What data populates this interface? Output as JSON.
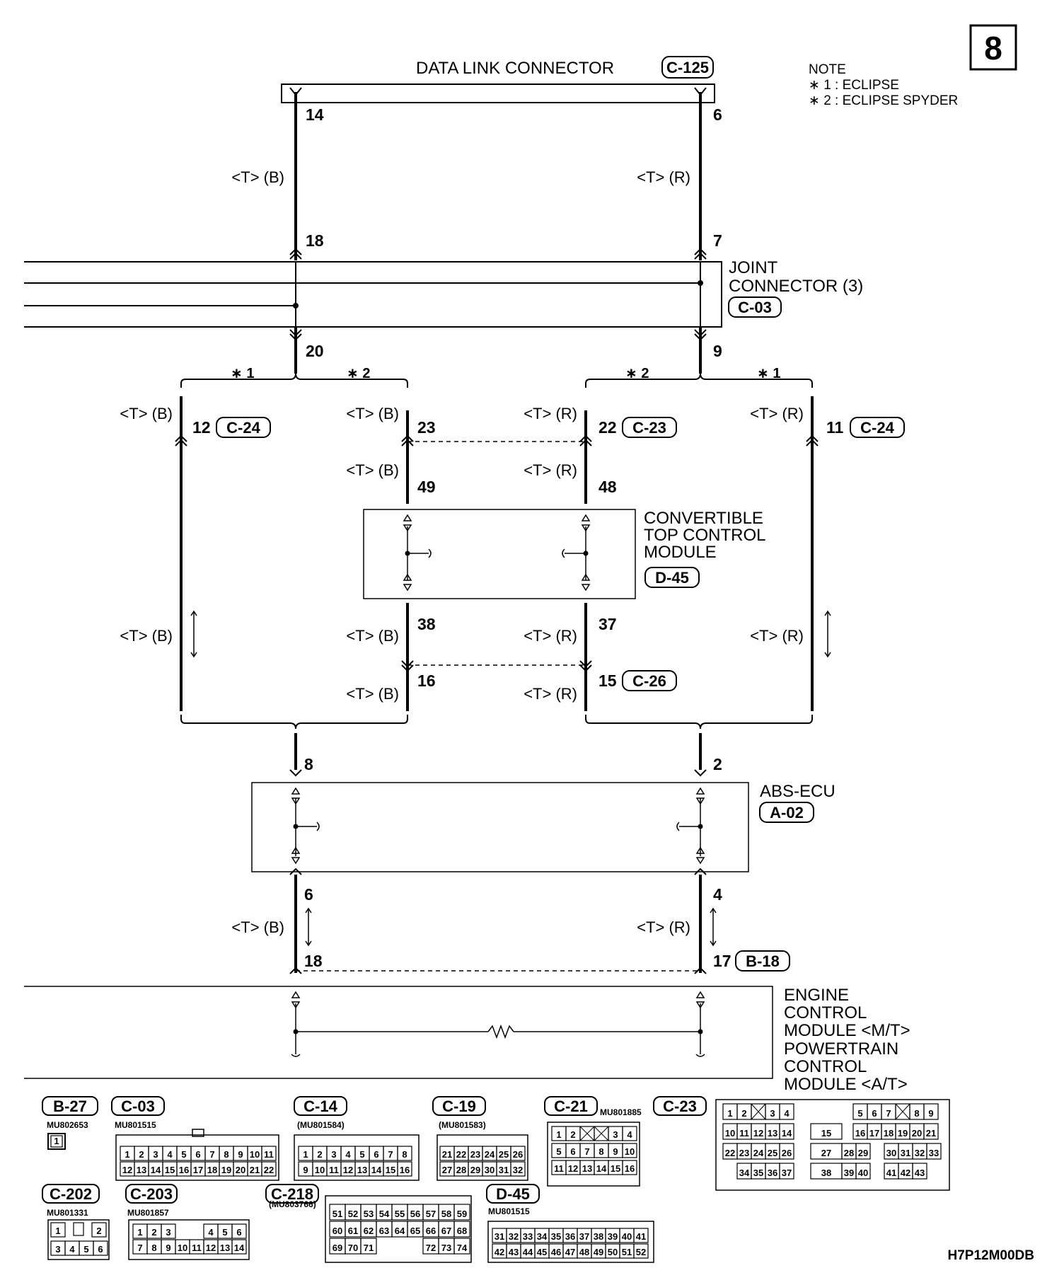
{
  "page_number": "8",
  "note": {
    "heading": "NOTE",
    "items": [
      "∗ 1 : ECLIPSE",
      "∗ 2 : ECLIPSE SPYDER"
    ]
  },
  "components": {
    "dlc": {
      "name": "DATA LINK CONNECTOR",
      "connector": "C-125"
    },
    "joint": {
      "name_line1": "JOINT",
      "name_line2": "CONNECTOR (3)",
      "connector": "C-03"
    },
    "ctcm": {
      "name_line1": "CONVERTIBLE",
      "name_line2": "TOP CONTROL",
      "name_line3": "MODULE",
      "connector": "D-45"
    },
    "abs": {
      "name": "ABS-ECU",
      "connector": "A-02"
    },
    "ecm": {
      "name_line1": "ENGINE",
      "name_line2": "CONTROL",
      "name_line3": "MODULE <M/T>",
      "name_line4": "POWERTRAIN",
      "name_line5": "CONTROL",
      "name_line6": "MODULE <A/T>"
    }
  },
  "wire_colors": {
    "black": "<T> (B)",
    "red": "<T> (R)"
  },
  "pins": {
    "dlc_14": "14",
    "dlc_6": "6",
    "joint_18": "18",
    "joint_7": "7",
    "joint_20": "20",
    "joint_9": "9",
    "c24_12": "12",
    "c23_23": "23",
    "c23_22": "22",
    "c24_11": "11",
    "ctcm_49": "49",
    "ctcm_48": "48",
    "ctcm_38": "38",
    "ctcm_37": "37",
    "c26_16": "16",
    "c26_15": "15",
    "abs_8": "8",
    "abs_2": "2",
    "abs_6": "6",
    "abs_4": "4",
    "ecm_18": "18",
    "ecm_17": "17"
  },
  "inline_connectors": {
    "c24": "C-24",
    "c23": "C-23",
    "c26": "C-26",
    "b18": "B-18"
  },
  "branch_marks": {
    "star1": "∗ 1",
    "star2": "∗ 2"
  },
  "connector_views": {
    "b27": {
      "id": "B-27",
      "part": "MU802653",
      "cells": [
        "1"
      ]
    },
    "c03": {
      "id": "C-03",
      "part": "MU801515",
      "row1": [
        "1",
        "2",
        "3",
        "4",
        "5",
        "6",
        "7",
        "8",
        "9",
        "10",
        "11"
      ],
      "row2": [
        "12",
        "13",
        "14",
        "15",
        "16",
        "17",
        "18",
        "19",
        "20",
        "21",
        "22"
      ]
    },
    "c14": {
      "id": "C-14",
      "part": "(MU801584)",
      "row1": [
        "1",
        "2",
        "3",
        "4",
        "5",
        "6",
        "7",
        "8"
      ],
      "row2": [
        "9",
        "10",
        "11",
        "12",
        "13",
        "14",
        "15",
        "16"
      ]
    },
    "c19": {
      "id": "C-19",
      "part": "(MU801583)",
      "row1": [
        "21",
        "22",
        "23",
        "24",
        "25",
        "26"
      ],
      "row2": [
        "27",
        "28",
        "29",
        "30",
        "31",
        "32"
      ]
    },
    "c21": {
      "id": "C-21",
      "part": "MU801885",
      "row1": [
        "1",
        "2",
        "",
        "",
        "3",
        "4"
      ],
      "row2": [
        "5",
        "6",
        "7",
        "8",
        "9",
        "10"
      ],
      "row3": [
        "11",
        "12",
        "13",
        "14",
        "15",
        "16"
      ]
    },
    "c23": {
      "id": "C-23",
      "row1_left": [
        "1",
        "2",
        "",
        "3",
        "4"
      ],
      "row1_right": [
        "5",
        "6",
        "7",
        "",
        "8",
        "9"
      ],
      "row2_left": [
        "10",
        "11",
        "12",
        "13",
        "14"
      ],
      "row2_mid": "15",
      "row2_right": [
        "16",
        "17",
        "18",
        "19",
        "20",
        "21"
      ],
      "row3_left": [
        "22",
        "23",
        "24",
        "25",
        "26"
      ],
      "row3_mid": [
        "27",
        "28",
        "29"
      ],
      "row3_right": [
        "30",
        "31",
        "32",
        "33"
      ],
      "row4_left": [
        "34",
        "35",
        "36",
        "37"
      ],
      "row4_mid": [
        "38",
        "39",
        "40"
      ],
      "row4_right": [
        "41",
        "42",
        "43"
      ]
    },
    "c202": {
      "id": "C-202",
      "part": "MU801331",
      "row1": [
        "1",
        "",
        "2"
      ],
      "row2": [
        "3",
        "4",
        "5",
        "6"
      ]
    },
    "c203": {
      "id": "C-203",
      "part": "MU801857",
      "row1": [
        "1",
        "2",
        "3",
        "",
        "4",
        "5",
        "6"
      ],
      "row2": [
        "7",
        "8",
        "9",
        "10",
        "11",
        "12",
        "13",
        "14"
      ]
    },
    "c218": {
      "id": "C-218",
      "part": "(MU803766)",
      "row1": [
        "51",
        "52",
        "53",
        "54",
        "55",
        "56",
        "57",
        "58",
        "59"
      ],
      "row2": [
        "60",
        "61",
        "62",
        "63",
        "64",
        "65",
        "66",
        "67",
        "68"
      ],
      "row3_left": [
        "69",
        "70",
        "71"
      ],
      "row3_right": [
        "72",
        "73",
        "74"
      ]
    },
    "d45": {
      "id": "D-45",
      "part": "MU801515",
      "row1": [
        "31",
        "32",
        "33",
        "34",
        "35",
        "36",
        "37",
        "38",
        "39",
        "40",
        "41"
      ],
      "row2": [
        "42",
        "43",
        "44",
        "45",
        "46",
        "47",
        "48",
        "49",
        "50",
        "51",
        "52"
      ]
    }
  },
  "diagram_code": "H7P12M00DB"
}
